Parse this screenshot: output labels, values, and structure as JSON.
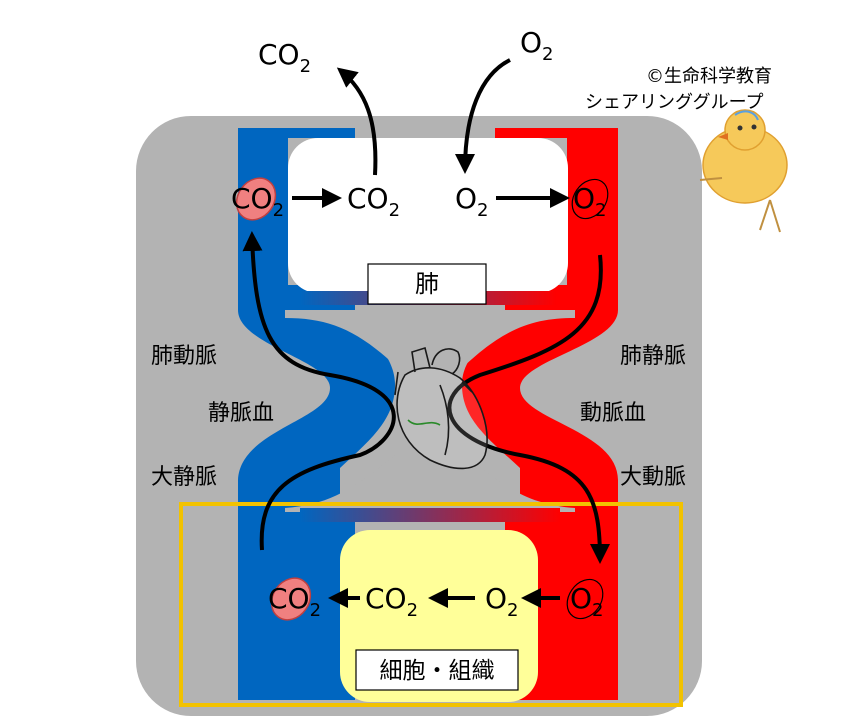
{
  "credit": {
    "line1": "©生命科学教育",
    "line2": "シェアリンググループ"
  },
  "top": {
    "co2_out": "CO",
    "co2_out_sub": "2",
    "o2_in": "O",
    "o2_in_sub": "2"
  },
  "lung": {
    "label": "肺",
    "left_co2": "CO",
    "left_co2_sub": "2",
    "mid_co2": "CO",
    "mid_co2_sub": "2",
    "mid_o2": "O",
    "mid_o2_sub": "2",
    "right_o2": "O",
    "right_o2_sub": "2"
  },
  "vessels": {
    "pulmonary_artery": "肺動脈",
    "venous_blood": "静脈血",
    "vena_cava": "大静脈",
    "pulmonary_vein": "肺静脈",
    "arterial_blood": "動脈血",
    "aorta": "大動脈"
  },
  "tissue": {
    "label": "細胞・組織",
    "left_co2": "CO",
    "left_co2_sub": "2",
    "mid_co2": "CO",
    "mid_co2_sub": "2",
    "mid_o2": "O",
    "mid_o2_sub": "2",
    "right_o2": "O",
    "right_o2_sub": "2"
  },
  "colors": {
    "venous": "#0066c0",
    "arterial": "#ff0000",
    "body": "#b3b3b3",
    "cell": "#ffff99",
    "frame": "#f2c200",
    "rbc": "#f08080"
  }
}
